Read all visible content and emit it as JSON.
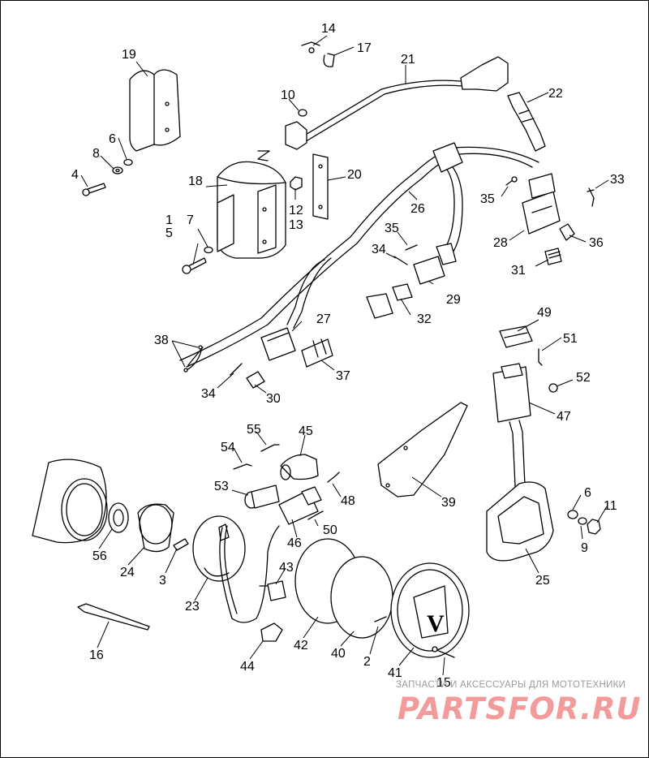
{
  "watermark": {
    "tagline": "ЗАПЧАСТИ И АКСЕССУАРЫ ДЛЯ МОТОТЕХНИКИ",
    "logo": "PARTSFOR.RU"
  },
  "callouts": [
    "1",
    "2",
    "3",
    "4",
    "5",
    "6",
    "6",
    "7",
    "8",
    "9",
    "10",
    "11",
    "12",
    "13",
    "14",
    "15",
    "16",
    "17",
    "19",
    "20",
    "21",
    "22",
    "23",
    "24",
    "25",
    "26",
    "27",
    "28",
    "29",
    "30",
    "31",
    "32",
    "33",
    "34",
    "34",
    "35",
    "35",
    "36",
    "37",
    "38",
    "39",
    "40",
    "41",
    "42",
    "43",
    "44",
    "45",
    "46",
    "47",
    "48",
    "49",
    "50",
    "51",
    "52",
    "53",
    "54",
    "55",
    "56",
    "18"
  ],
  "center_emblem": "V"
}
